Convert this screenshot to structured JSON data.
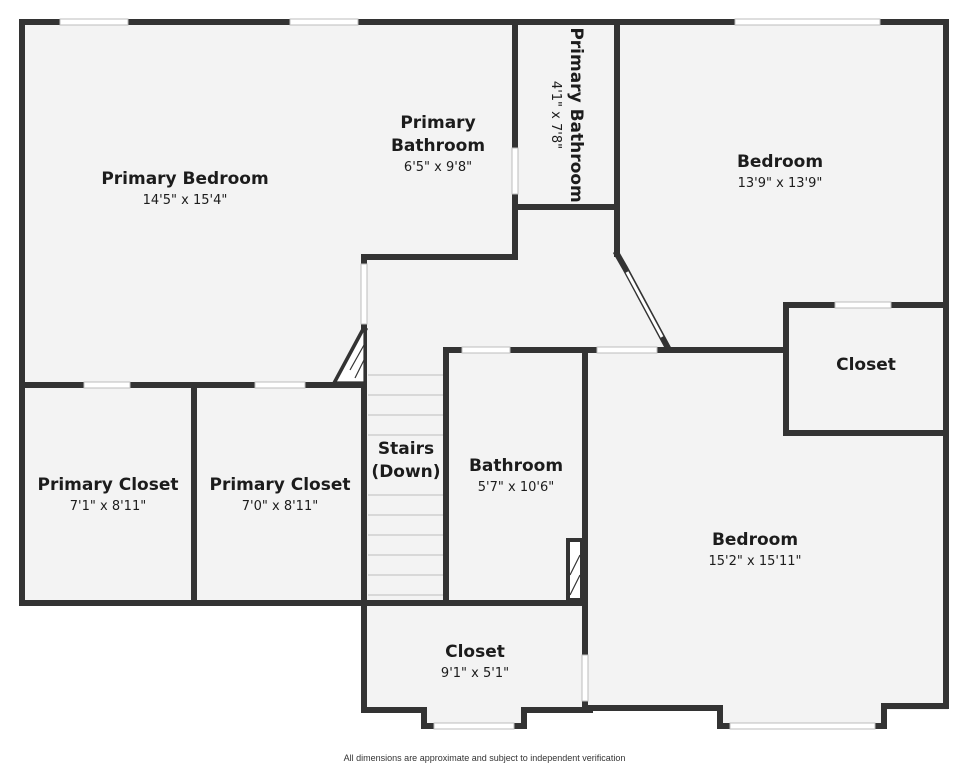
{
  "colors": {
    "wall": "#333333",
    "floor": "#f3f3f3",
    "window": "#ffffff",
    "text": "#1c1c1c"
  },
  "rooms": {
    "primary_bedroom": {
      "name": "Primary Bedroom",
      "dims": "14'5\" x 15'4\""
    },
    "primary_bathroom": {
      "name_line1": "Primary",
      "name_line2": "Bathroom",
      "dims": "6'5\" x 9'8\""
    },
    "primary_bathroom_small": {
      "name": "Primary Bathroom",
      "dims": "4'1\" x 7'8\""
    },
    "bedroom_upper": {
      "name": "Bedroom",
      "dims": "13'9\" x 13'9\""
    },
    "closet_right": {
      "name": "Closet"
    },
    "primary_closet_left": {
      "name": "Primary Closet",
      "dims": "7'1\" x 8'11\""
    },
    "primary_closet_right": {
      "name": "Primary Closet",
      "dims": "7'0\" x 8'11\""
    },
    "stairs": {
      "name_line1": "Stairs",
      "name_line2": "(Down)"
    },
    "bathroom": {
      "name": "Bathroom",
      "dims": "5'7\" x 10'6\""
    },
    "bedroom_lower": {
      "name": "Bedroom",
      "dims": "15'2\" x 15'11\""
    },
    "closet_bottom": {
      "name": "Closet",
      "dims": "9'1\" x 5'1\""
    }
  },
  "disclaimer": "All dimensions are approximate and subject to independent verification"
}
